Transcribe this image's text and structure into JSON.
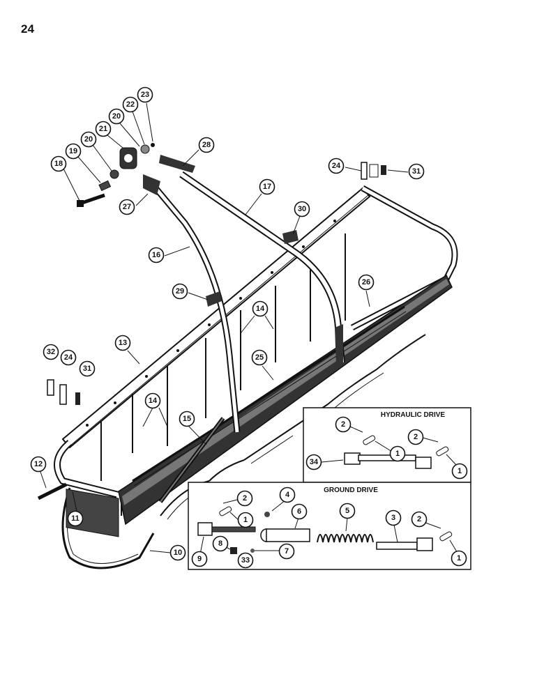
{
  "page": {
    "number": "24"
  },
  "insets": {
    "hydraulic_title": "HYDRAULIC DRIVE",
    "ground_title": "GROUND DRIVE"
  },
  "callouts": {
    "c23": "23",
    "c22": "22",
    "c20a": "20",
    "c21": "21",
    "c20b": "20",
    "c19": "19",
    "c18": "18",
    "c27": "27",
    "c28": "28",
    "c17": "17",
    "c24a": "24",
    "c31a": "31",
    "c30": "30",
    "c16": "16",
    "c29": "29",
    "c26": "26",
    "c14a": "14",
    "c13": "13",
    "c25": "25",
    "c32": "32",
    "c24b": "24",
    "c31b": "31",
    "c14b": "14",
    "c15": "15",
    "c12": "12",
    "c11": "11",
    "c10": "10",
    "h2a": "2",
    "h1a": "1",
    "h2b": "2",
    "h1b": "1",
    "h34": "34",
    "g2a": "2",
    "g1a": "1",
    "g4": "4",
    "g6": "6",
    "g5": "5",
    "g3": "3",
    "g2b": "2",
    "g1b": "1",
    "g9": "9",
    "g8": "8",
    "g33": "33",
    "g7": "7"
  }
}
